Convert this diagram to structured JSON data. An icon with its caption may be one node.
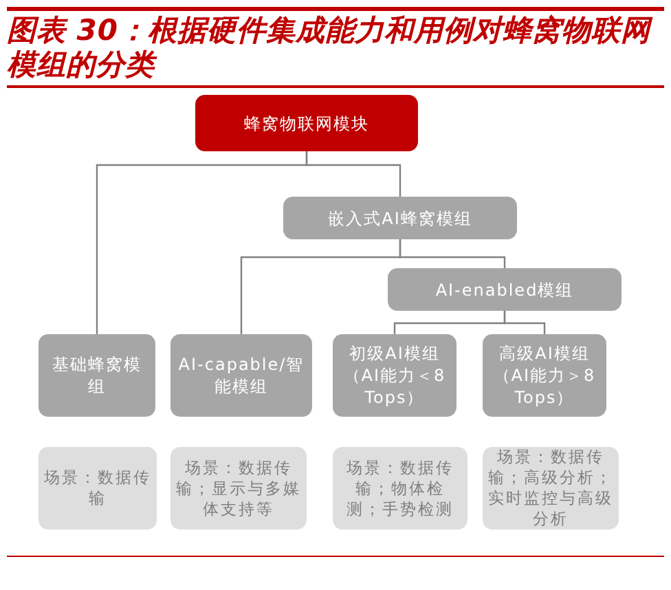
{
  "diagram": {
    "title": "图表 30：根据硬件集成能力和用例对蜂窝物联网模组的分类",
    "nodes": [
      {
        "text": [
          "蜂窝物联网模块"
        ]
      },
      {
        "text": [
          "嵌入式AI蜂窝模组"
        ]
      },
      {
        "text": [
          "AI-enabled模组"
        ]
      },
      {
        "text": [
          "基础蜂窝模组"
        ]
      },
      {
        "text": [
          "AI-capable/智能模组"
        ]
      },
      {
        "text": [
          "初级AI模组（AI能力＜8 Tops）"
        ]
      },
      {
        "text": [
          "高级AI模组（AI能力＞8 Tops）"
        ]
      },
      {
        "text": [
          "场景：数据传输"
        ]
      },
      {
        "text": [
          "场景：数据传输；显示与多媒体支持等"
        ]
      },
      {
        "text": [
          "场景：数据传输；物体检测；手势检测"
        ]
      },
      {
        "text": [
          "场景：数据传输；高级分析；实时监控与高级分析"
        ]
      }
    ],
    "edges": [
      {
        "from": 0,
        "to": 3,
        "arrow": "none"
      },
      {
        "from": 0,
        "to": 1,
        "arrow": "none"
      },
      {
        "from": 1,
        "to": 4,
        "arrow": "none"
      },
      {
        "from": 1,
        "to": 2,
        "arrow": "none"
      },
      {
        "from": 2,
        "to": 5,
        "arrow": "none"
      },
      {
        "from": 2,
        "to": 6,
        "arrow": "none"
      }
    ]
  }
}
